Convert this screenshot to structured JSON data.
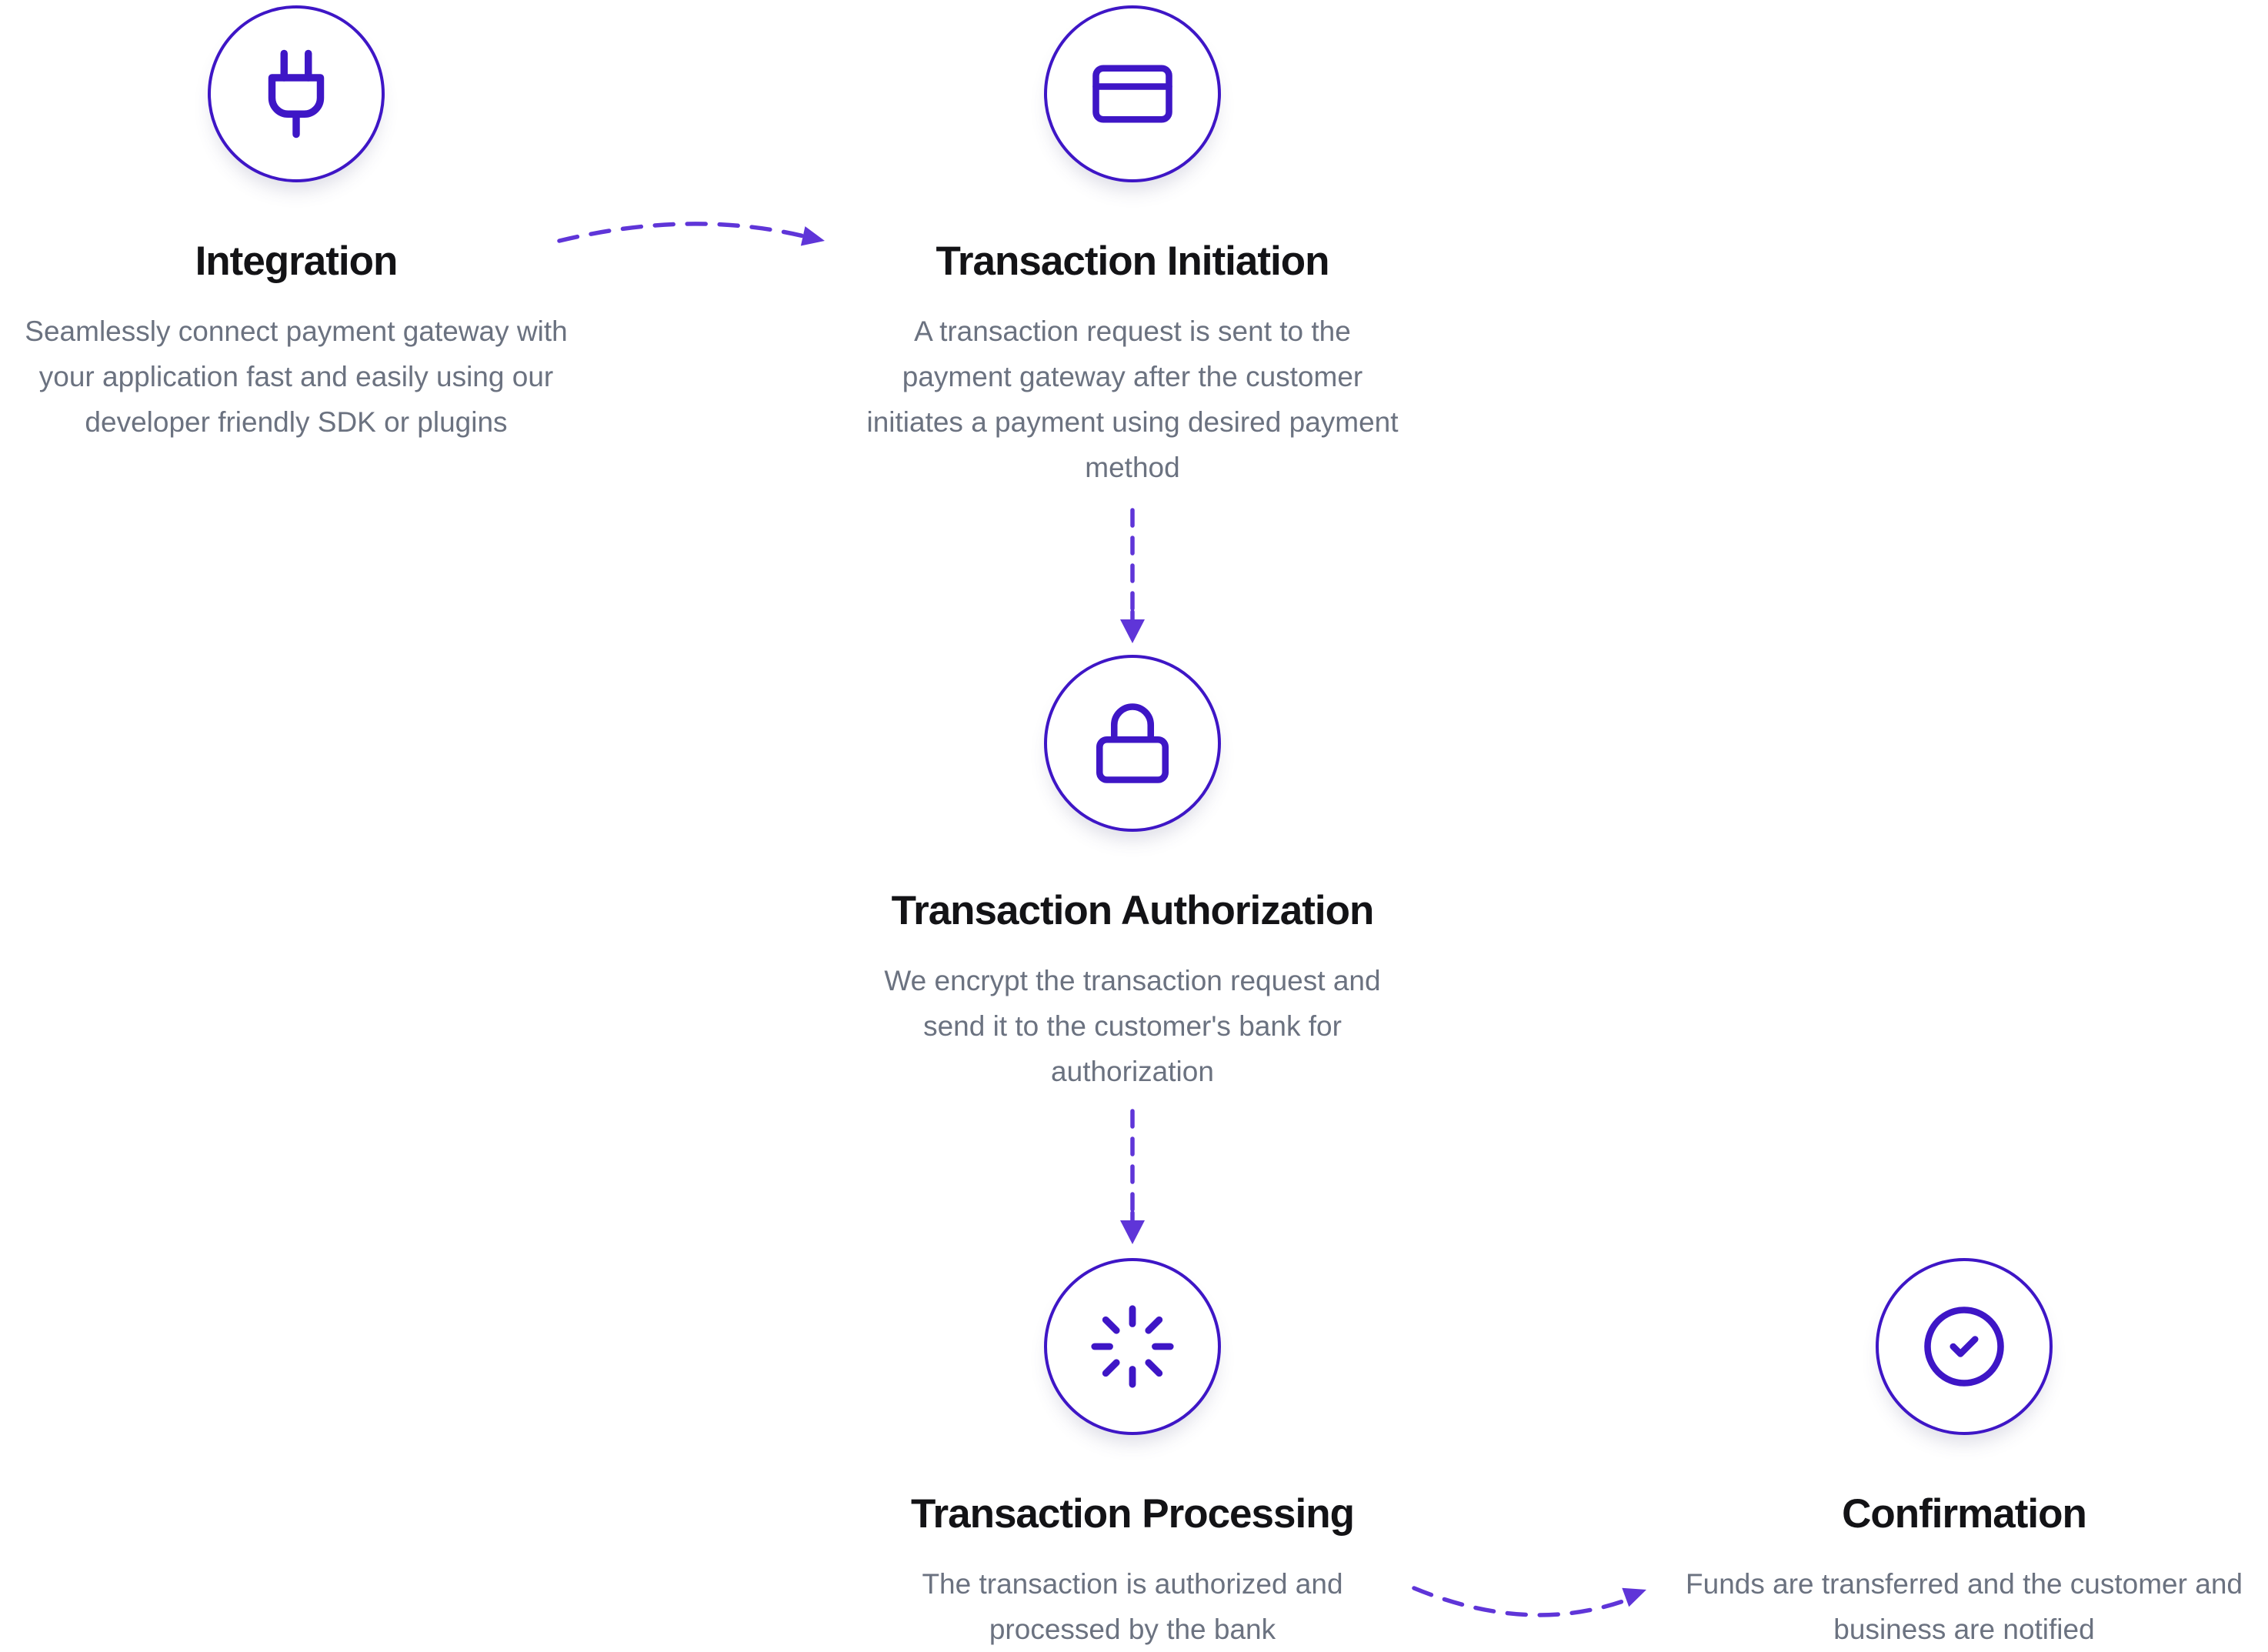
{
  "colors": {
    "accent": "#3E16C6",
    "arrow": "#5F35D8",
    "heading": "#131316",
    "body_text": "#6B7280",
    "background": "#ffffff"
  },
  "steps": [
    {
      "title": "Integration",
      "icon": "plug-icon",
      "lines": [
        "Seamlessly connect payment gateway with",
        "your application fast and easily using our",
        "developer friendly SDK or plugins"
      ]
    },
    {
      "title": "Transaction Initiation",
      "icon": "credit-card-icon",
      "lines": [
        "A transaction request is sent to the",
        "payment gateway after the customer",
        "initiates a payment using desired payment",
        "method"
      ]
    },
    {
      "title": "Transaction Authorization",
      "icon": "lock-icon",
      "lines": [
        "We encrypt the transaction request and",
        "send it to the customer's bank for",
        "authorization"
      ]
    },
    {
      "title": "Transaction Processing",
      "icon": "loader-icon",
      "lines": [
        "The transaction is authorized and",
        "processed by the bank"
      ]
    },
    {
      "title": "Confirmation",
      "icon": "check-circle-icon",
      "lines": [
        "Funds are transferred and the customer and",
        "business are notified"
      ]
    }
  ],
  "arrows": [
    {
      "from": "Integration",
      "to": "Transaction Initiation",
      "style": "dashed-curved"
    },
    {
      "from": "Transaction Initiation",
      "to": "Transaction Authorization",
      "style": "dashed-vertical"
    },
    {
      "from": "Transaction Authorization",
      "to": "Transaction Processing",
      "style": "dashed-vertical"
    },
    {
      "from": "Transaction Processing",
      "to": "Confirmation",
      "style": "dashed-curved"
    }
  ]
}
